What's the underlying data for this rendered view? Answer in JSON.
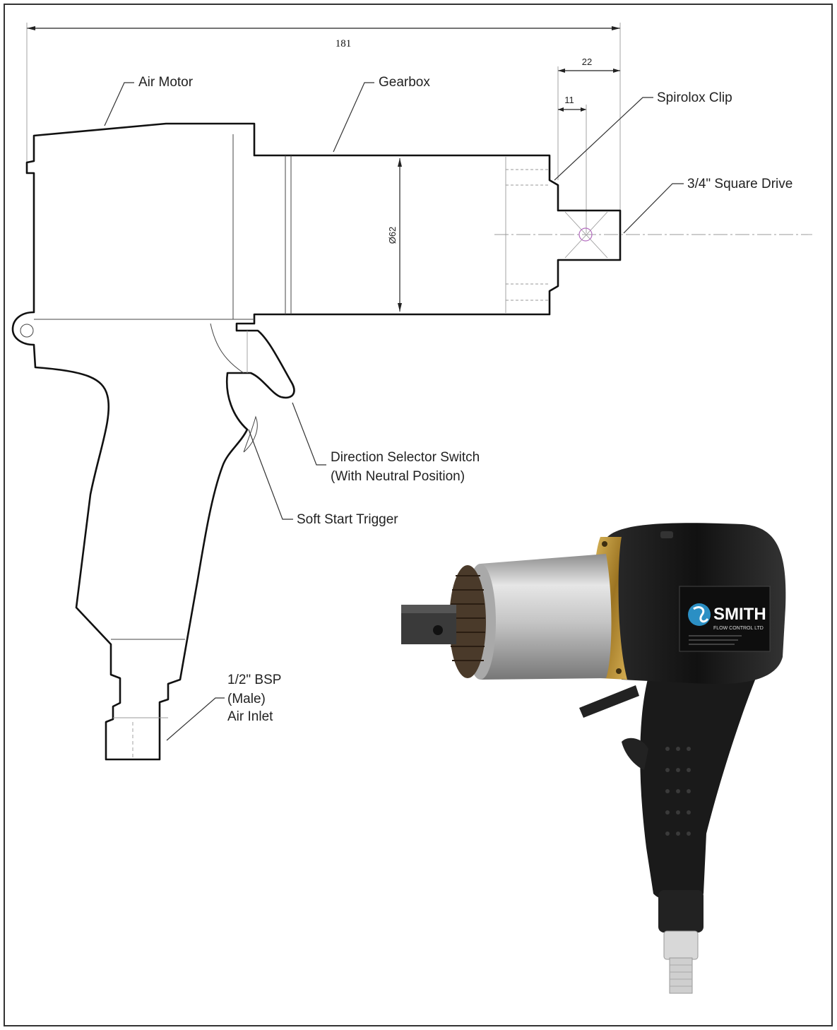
{
  "page_number": "181",
  "dimensions": {
    "overall_length": "",
    "drive_offset": "22",
    "clip_offset": "11",
    "body_diameter": "Ø62"
  },
  "callouts": {
    "air_motor": "Air Motor",
    "gearbox": "Gearbox",
    "spirolox_clip": "Spirolox Clip",
    "square_drive": "3/4\" Square Drive",
    "direction_switch_line1": "Direction Selector Switch",
    "direction_switch_line2": "(With Neutral Position)",
    "soft_start_trigger": "Soft Start Trigger",
    "air_inlet_line1": "1/2\" BSP",
    "air_inlet_line2": "(Male)",
    "air_inlet_line3": "Air Inlet"
  },
  "photo": {
    "brand": "SMITH",
    "brand_sub": "FLOW CONTROL LTD"
  },
  "colors": {
    "ink": "#111111",
    "gold_ring": "#b8913a",
    "grip_black": "#1c1c1c",
    "silver": "#c9c9c9",
    "logo_blue": "#2b8fc4"
  }
}
